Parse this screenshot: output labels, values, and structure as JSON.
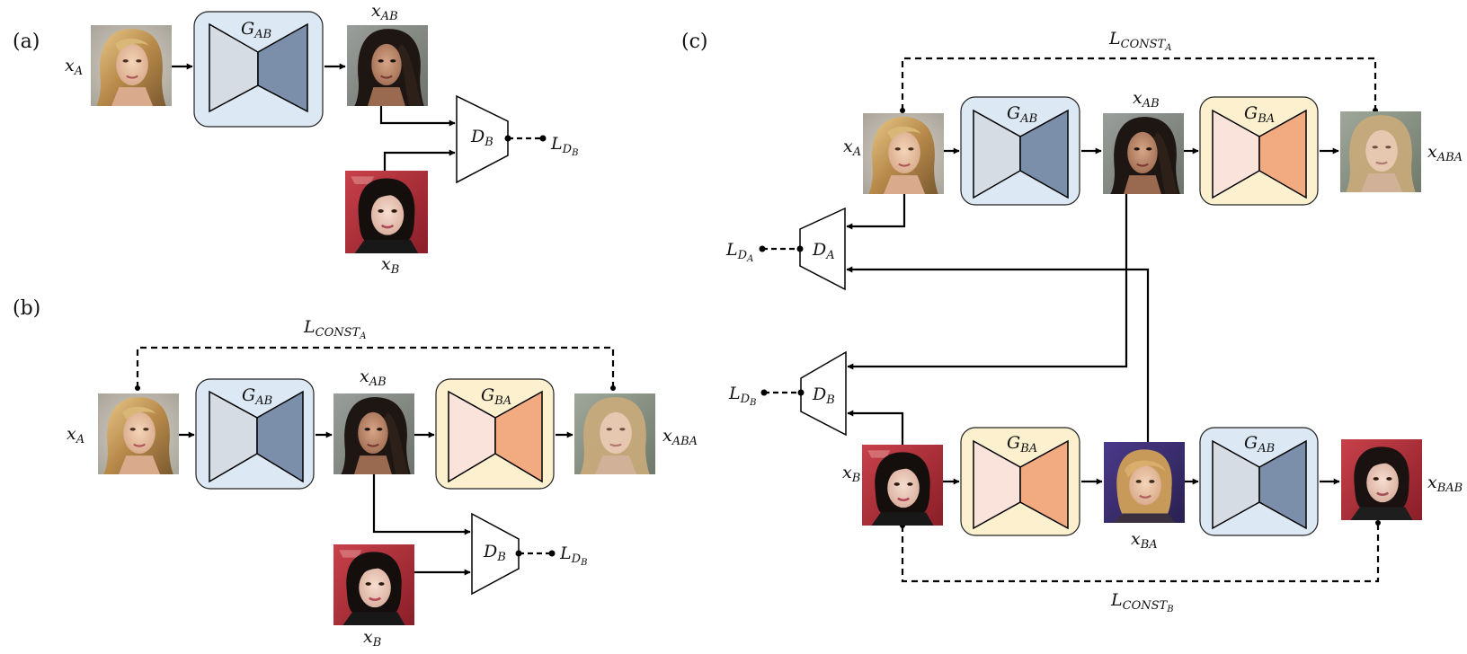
{
  "panels": {
    "a": "(a)",
    "b": "(b)",
    "c": "(c)"
  },
  "labels": {
    "x_A": {
      "base": "x",
      "sub": "A"
    },
    "x_B": {
      "base": "x",
      "sub": "B"
    },
    "x_AB": {
      "base": "x",
      "sub": "AB"
    },
    "x_BA": {
      "base": "x",
      "sub": "BA"
    },
    "x_ABA": {
      "base": "x",
      "sub": "ABA"
    },
    "x_BAB": {
      "base": "x",
      "sub": "BAB"
    },
    "G_AB": {
      "base": "G",
      "sub": "AB"
    },
    "G_BA": {
      "base": "G",
      "sub": "BA"
    },
    "D_A": {
      "base": "D",
      "sub": "A"
    },
    "D_B": {
      "base": "D",
      "sub": "B"
    },
    "L_D_A": {
      "base": "L",
      "sub": "D",
      "subsub": "A"
    },
    "L_D_B": {
      "base": "L",
      "sub": "D",
      "subsub": "B"
    },
    "L_CONST_A": {
      "base": "L",
      "sub": "CONST",
      "subsub": "A"
    },
    "L_CONST_B": {
      "base": "L",
      "sub": "CONST",
      "subsub": "B"
    }
  },
  "images": {
    "blonde-face": "photo: blonde woman, domain A",
    "dark-face": "photo: dark-haired woman, domain B",
    "ab-face": "photo: translated A to B",
    "aba-face": "photo: reconstructed A",
    "ba-face": "photo: translated B to A",
    "bab-face": "photo: reconstructed B"
  },
  "colors": {
    "gab_bg": "#dde8f5",
    "gab_left": "#d5dce4",
    "gab_right": "#7b8fab",
    "gba_bg": "#fcf0cf",
    "gba_left": "#fae3da",
    "gba_right": "#f2aa80",
    "line": "#000000"
  }
}
